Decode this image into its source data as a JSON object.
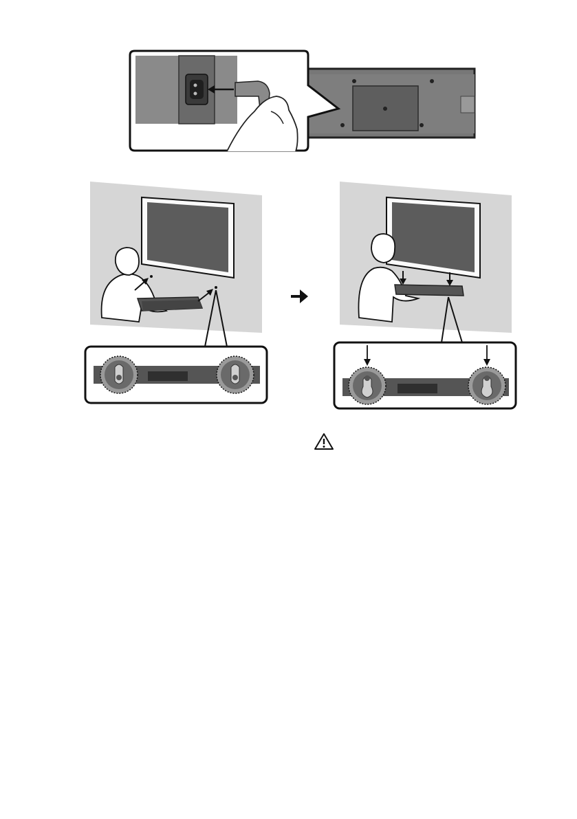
{
  "document": {
    "figures": [
      {
        "id": "power-cord-connection",
        "icon": "power-plug-icon"
      },
      {
        "id": "soundbar-hanging-step-1",
        "icon": "person-mounting-soundbar"
      },
      {
        "id": "soundbar-hanging-step-2",
        "icon": "person-mounting-soundbar"
      }
    ],
    "step_arrow_icon": "right-arrow-icon",
    "caution_icon": "warning-triangle-icon",
    "colors": {
      "wall": "#d6d6d6",
      "soundbar": "#555555",
      "outline": "#1a1a1a",
      "tv_screen": "#5c5c5c"
    }
  }
}
